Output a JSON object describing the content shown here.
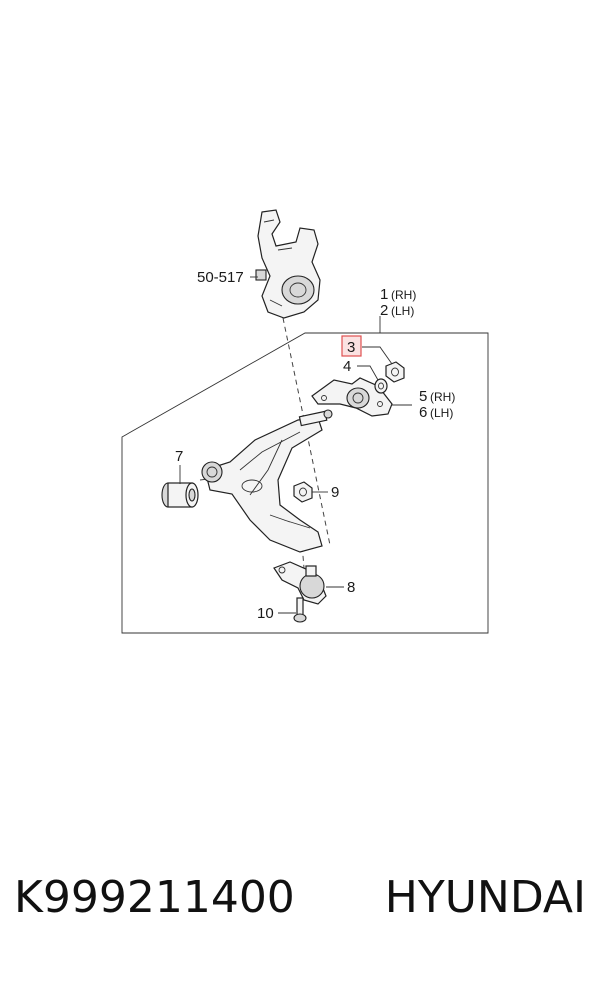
{
  "parts": {
    "knuckle_ref": "50-517",
    "p1": "1",
    "p1_side": "(RH)",
    "p2": "2",
    "p2_side": "(LH)",
    "p3": "3",
    "p4": "4",
    "p5": "5",
    "p5_side": "(RH)",
    "p6": "6",
    "p6_side": "(LH)",
    "p7": "7",
    "p8": "8",
    "p9": "9",
    "p10": "10"
  },
  "footer": {
    "part_number": "K999211400",
    "brand": "HYUNDAI"
  },
  "colors": {
    "highlight": "#e05050"
  }
}
